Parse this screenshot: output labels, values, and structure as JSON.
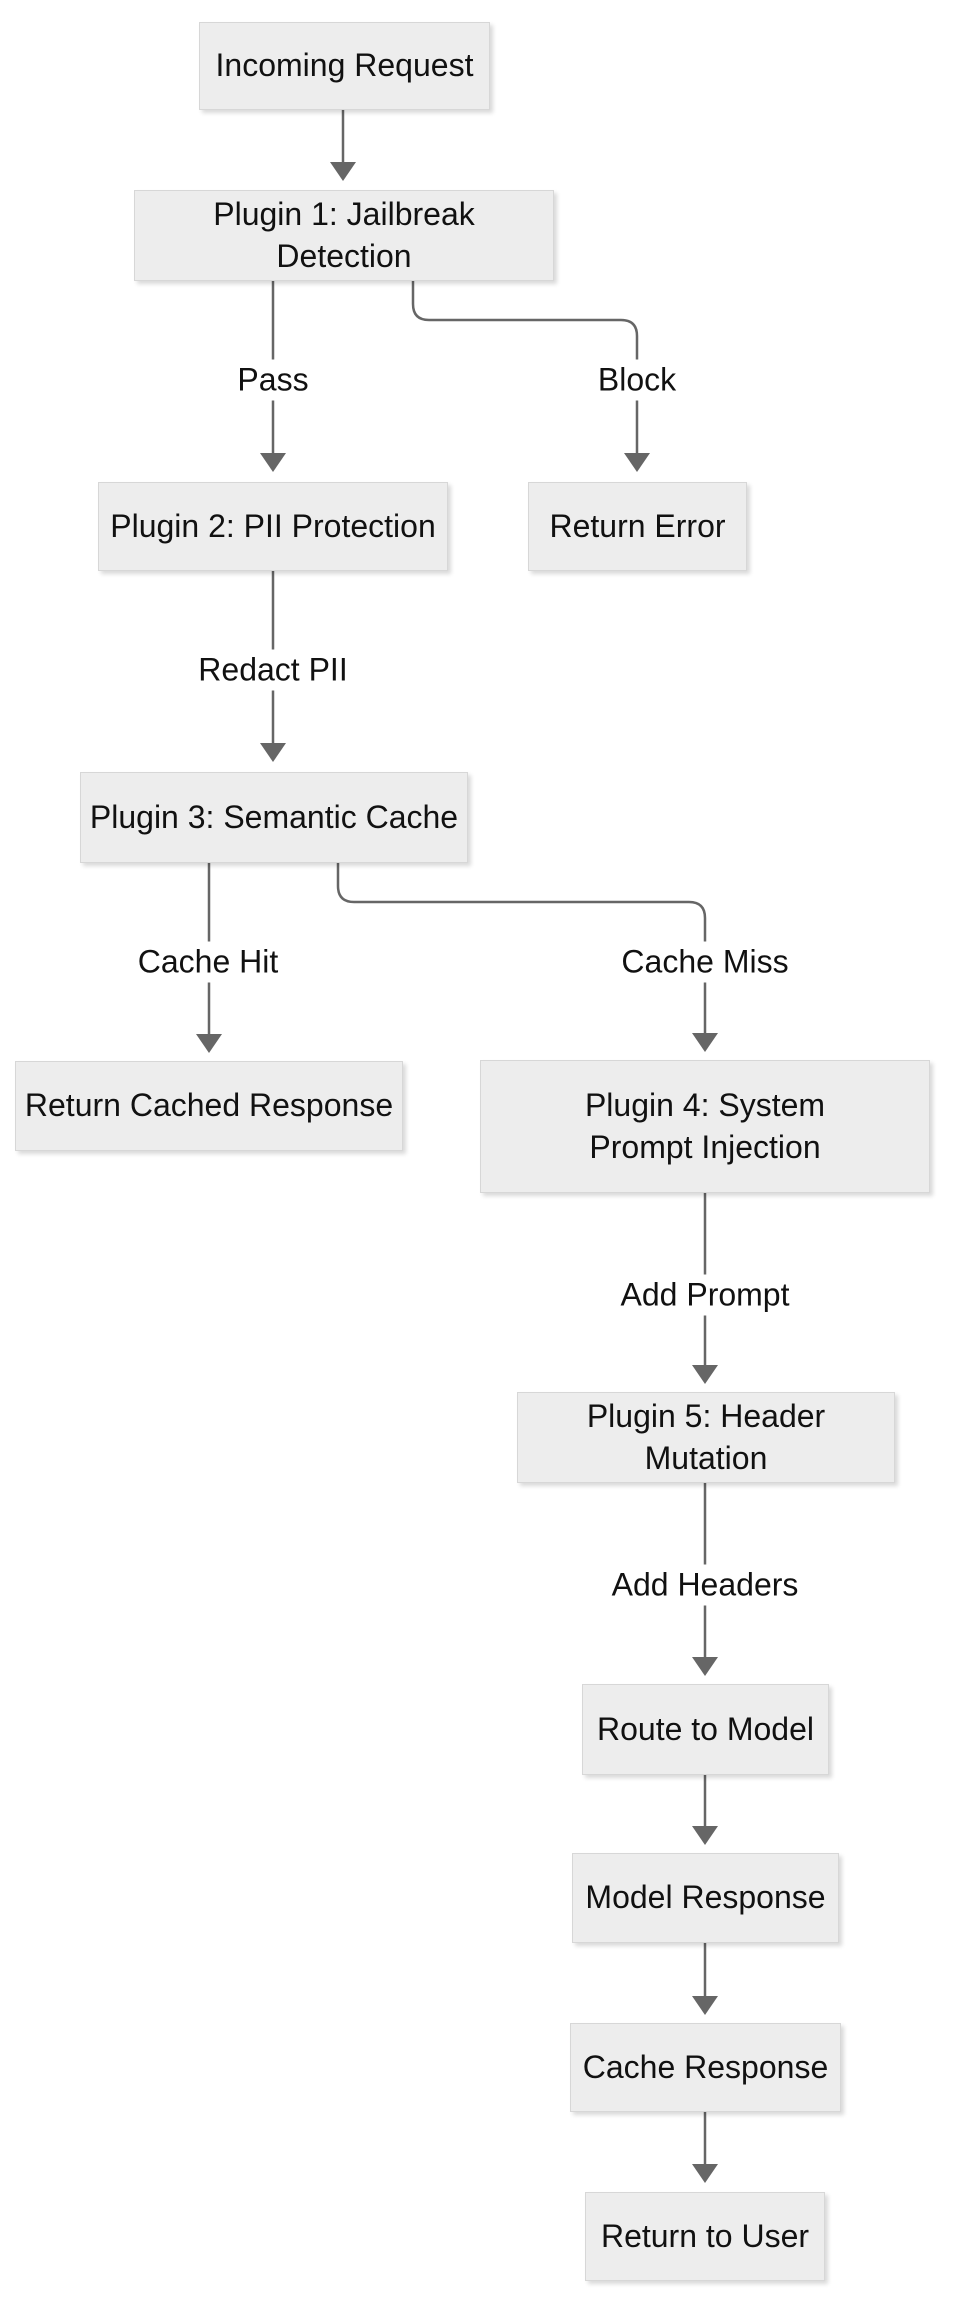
{
  "diagram": {
    "type": "flowchart",
    "direction": "top-down",
    "nodes": [
      {
        "id": "incoming_request",
        "label": "Incoming Request"
      },
      {
        "id": "plugin_1",
        "label": "Plugin 1: Jailbreak Detection"
      },
      {
        "id": "plugin_2",
        "label": "Plugin 2: PII Protection"
      },
      {
        "id": "return_error",
        "label": "Return Error"
      },
      {
        "id": "plugin_3",
        "label": "Plugin 3: Semantic Cache"
      },
      {
        "id": "return_cached_response",
        "label": "Return Cached Response"
      },
      {
        "id": "plugin_4",
        "label": "Plugin 4: System Prompt Injection"
      },
      {
        "id": "plugin_5",
        "label": "Plugin 5: Header Mutation"
      },
      {
        "id": "route_to_model",
        "label": "Route to Model"
      },
      {
        "id": "model_response",
        "label": "Model Response"
      },
      {
        "id": "cache_response",
        "label": "Cache Response"
      },
      {
        "id": "return_to_user",
        "label": "Return to User"
      }
    ],
    "edges": [
      {
        "from": "incoming_request",
        "to": "plugin_1",
        "label": ""
      },
      {
        "from": "plugin_1",
        "to": "plugin_2",
        "label": "Pass"
      },
      {
        "from": "plugin_1",
        "to": "return_error",
        "label": "Block"
      },
      {
        "from": "plugin_2",
        "to": "plugin_3",
        "label": "Redact PII"
      },
      {
        "from": "plugin_3",
        "to": "return_cached_response",
        "label": "Cache Hit"
      },
      {
        "from": "plugin_3",
        "to": "plugin_4",
        "label": "Cache Miss"
      },
      {
        "from": "plugin_4",
        "to": "plugin_5",
        "label": "Add Prompt"
      },
      {
        "from": "plugin_5",
        "to": "route_to_model",
        "label": "Add Headers"
      },
      {
        "from": "route_to_model",
        "to": "model_response",
        "label": ""
      },
      {
        "from": "model_response",
        "to": "cache_response",
        "label": ""
      },
      {
        "from": "cache_response",
        "to": "return_to_user",
        "label": ""
      }
    ],
    "colors": {
      "background": "#ffffff",
      "node_fill": "#ededed",
      "node_border": "#d7d7d7",
      "edge_stroke": "#666666",
      "text": "#111111"
    }
  }
}
